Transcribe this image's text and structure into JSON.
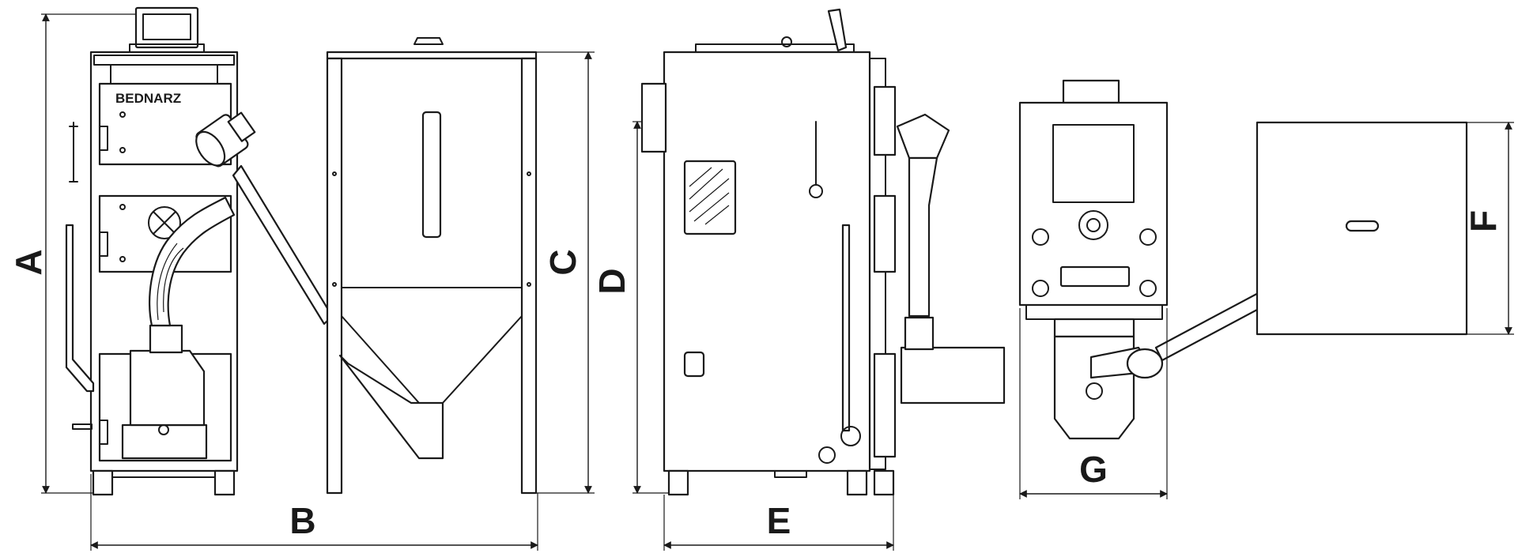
{
  "brand": "BEDNARZ",
  "dimensions": {
    "A": "A",
    "B": "B",
    "C": "C",
    "D": "D",
    "E": "E",
    "F": "F",
    "G": "G"
  },
  "colors": {
    "line": "#1a1a1a",
    "background": "#ffffff"
  }
}
